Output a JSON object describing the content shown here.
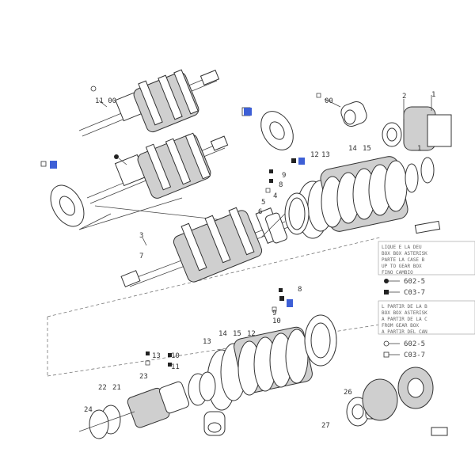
{
  "labels": {
    "l_11_00": "11 00",
    "l_14": "14",
    "l_15": "15",
    "l_12": "12",
    "l_13": "13",
    "l_2": "2",
    "l_3": "3",
    "l_4": "4",
    "l_5": "5",
    "l_6": "6",
    "l_7": "7",
    "l_8": "8",
    "l_9": "9",
    "l_10": "10",
    "l_00": "00",
    "l_21": "21",
    "l_22": "22",
    "l_23": "23",
    "l_24": "24",
    "l_26": "26",
    "l_27": "27",
    "l_14b": "14",
    "l_15b": "15",
    "l_13b": "13",
    "l_12b": "12",
    "l_13c": "13",
    "l_10b": "10",
    "l_11": "11",
    "l_1": "1",
    "l_1b": "1",
    "l_8b": "8",
    "l_9b": "9"
  },
  "codes": {
    "code_1": "602-5",
    "code_2": "C03-7",
    "code_3": "602-5",
    "code_4": "C03-7"
  },
  "notes": {
    "note_a": [
      "LIQUE  E LA DEU",
      "BOX BOX ASTERISK",
      "PARTE LA CASE B",
      "UP TO GEAR BOX",
      "FINO CAMBIO"
    ],
    "note_b": [
      "L PARTIR DE LA B",
      "BOX BOX ASTERISK",
      "A PARTIR DE LA C",
      "FROM GEAR BOX",
      "A PARTIR DEL CAN"
    ]
  },
  "colors": {
    "highlight": "#3d5fd6",
    "line": "#333333"
  }
}
